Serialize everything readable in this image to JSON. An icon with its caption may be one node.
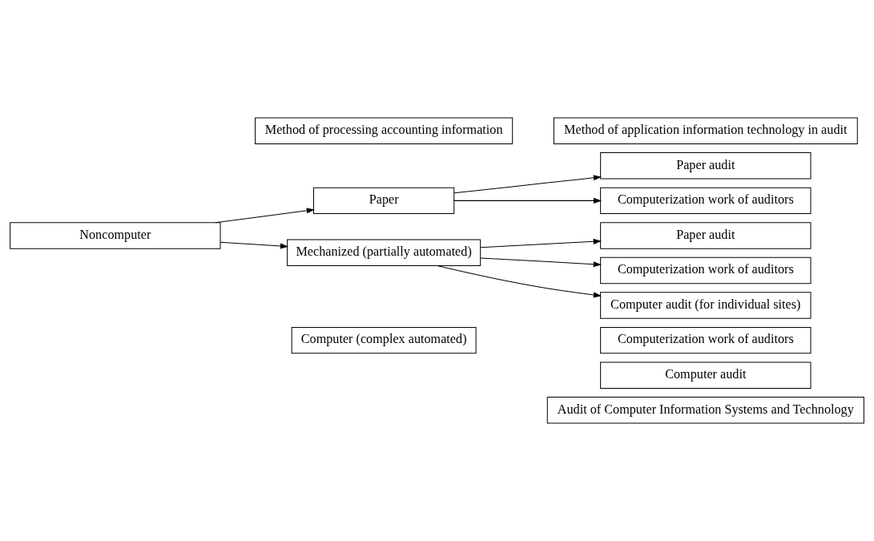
{
  "diagram": {
    "nodes": [
      {
        "text": [
          "Method of processing accounting information"
        ]
      },
      {
        "text": [
          "Method of application information technology in audit"
        ]
      },
      {
        "text": [
          "Noncomputer"
        ]
      },
      {
        "text": [
          "Paper"
        ]
      },
      {
        "text": [
          "Mechanized (partially automated)"
        ]
      },
      {
        "text": [
          "Paper audit"
        ]
      },
      {
        "text": [
          "Computerization work of auditors"
        ]
      },
      {
        "text": [
          "Paper audit"
        ]
      },
      {
        "text": [
          "Computerization work of auditors"
        ]
      },
      {
        "text": [
          "Computer audit (for individual sites)"
        ]
      },
      {
        "text": [
          "Computer (complex automated)"
        ]
      },
      {
        "text": [
          "Computerization work of auditors"
        ]
      },
      {
        "text": [
          "Computer audit"
        ]
      },
      {
        "text": [
          "Audit of Computer Information Systems and Technology"
        ]
      }
    ],
    "edges": [
      {
        "from": 2,
        "to": 3,
        "arrow": "to"
      },
      {
        "from": 2,
        "to": 4,
        "arrow": "to"
      },
      {
        "from": 3,
        "to": 5,
        "arrow": "to"
      },
      {
        "from": 3,
        "to": 6,
        "arrow": "to"
      },
      {
        "from": 4,
        "to": 7,
        "arrow": "to"
      },
      {
        "from": 4,
        "to": 8,
        "arrow": "to"
      },
      {
        "from": 4,
        "to": 9,
        "arrow": "to"
      }
    ]
  }
}
